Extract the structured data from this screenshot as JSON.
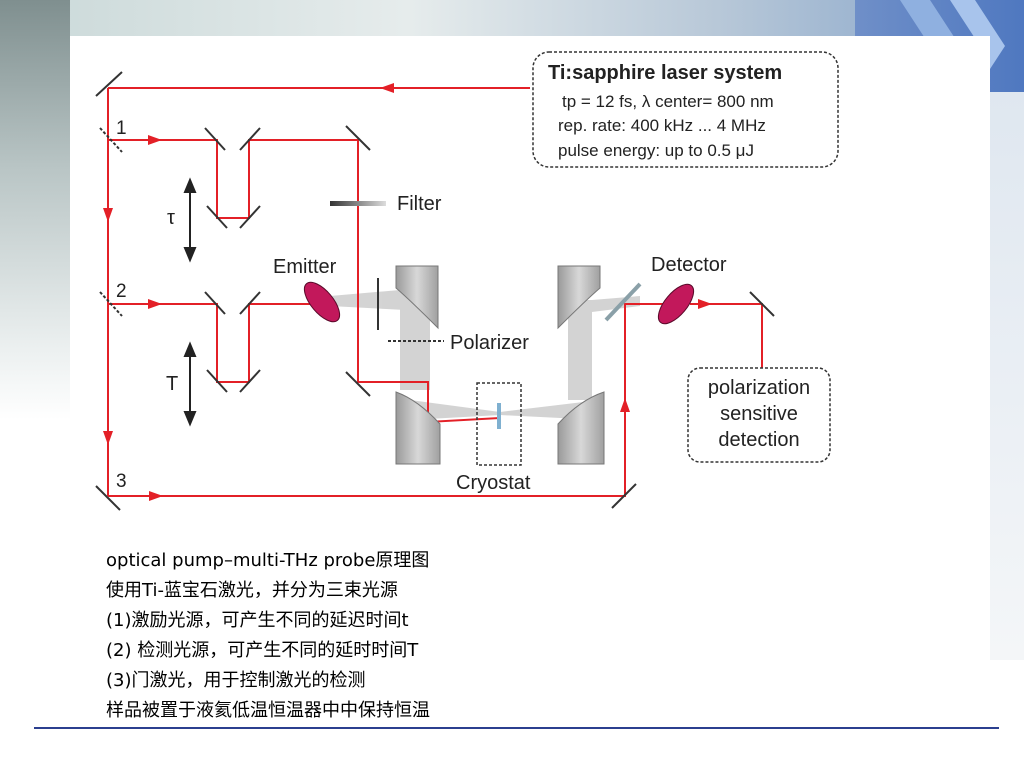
{
  "laser_box": {
    "title": "Ti:sapphire laser system",
    "line1": "tp = 12 fs, λ center= 800 nm",
    "line2": "rep. rate: 400 kHz ... 4 MHz",
    "line3": "pulse energy: up to 0.5 μJ"
  },
  "beam_labels": {
    "b1": "1",
    "b2": "2",
    "b3": "3",
    "tau": "τ",
    "T": "T"
  },
  "components": {
    "filter": "Filter",
    "emitter": "Emitter",
    "detector": "Detector",
    "polarizer": "Polarizer",
    "cryostat": "Cryostat"
  },
  "detection_box": {
    "line1": "polarization",
    "line2": "sensitive",
    "line3": "detection"
  },
  "caption": {
    "line1": "optical pump–multi-THz probe原理图",
    "line2": "使用Ti-蓝宝石激光，并分为三束光源",
    "line3": "(1)激励光源，可产生不同的延迟时间t",
    "line4": "(2) 检测光源，可产生不同的延时时间T",
    "line5": "(3)门激光，用于控制激光的检测",
    "line6": "样品被置于液氦低温恒温器中中保持恒温"
  },
  "colors": {
    "beam": "#e32027",
    "optic": "#b9b9b9",
    "emitter": "#c2185b",
    "rule": "#2b3f8f"
  }
}
